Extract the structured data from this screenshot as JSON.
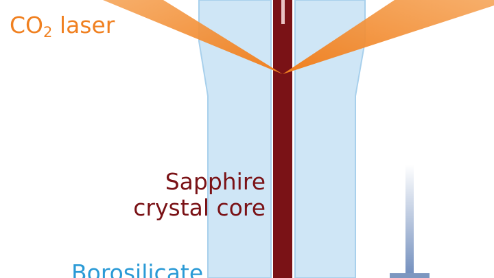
{
  "labels": {
    "laser_main": "CO",
    "laser_sub": "2",
    "laser_rest": " laser",
    "core_line1": "Sapphire",
    "core_line2": "crystal core",
    "cladding": "Borosilicate"
  },
  "colors": {
    "laser": "#f08020",
    "core": "#7a1216",
    "cladding_fill": "#cfe6f6",
    "cladding_edge": "#9cc8e8",
    "laser_text": "#f08020",
    "core_text": "#7a1216",
    "cladding_text": "#2a9ad6",
    "arrow": "#7d97c0"
  }
}
